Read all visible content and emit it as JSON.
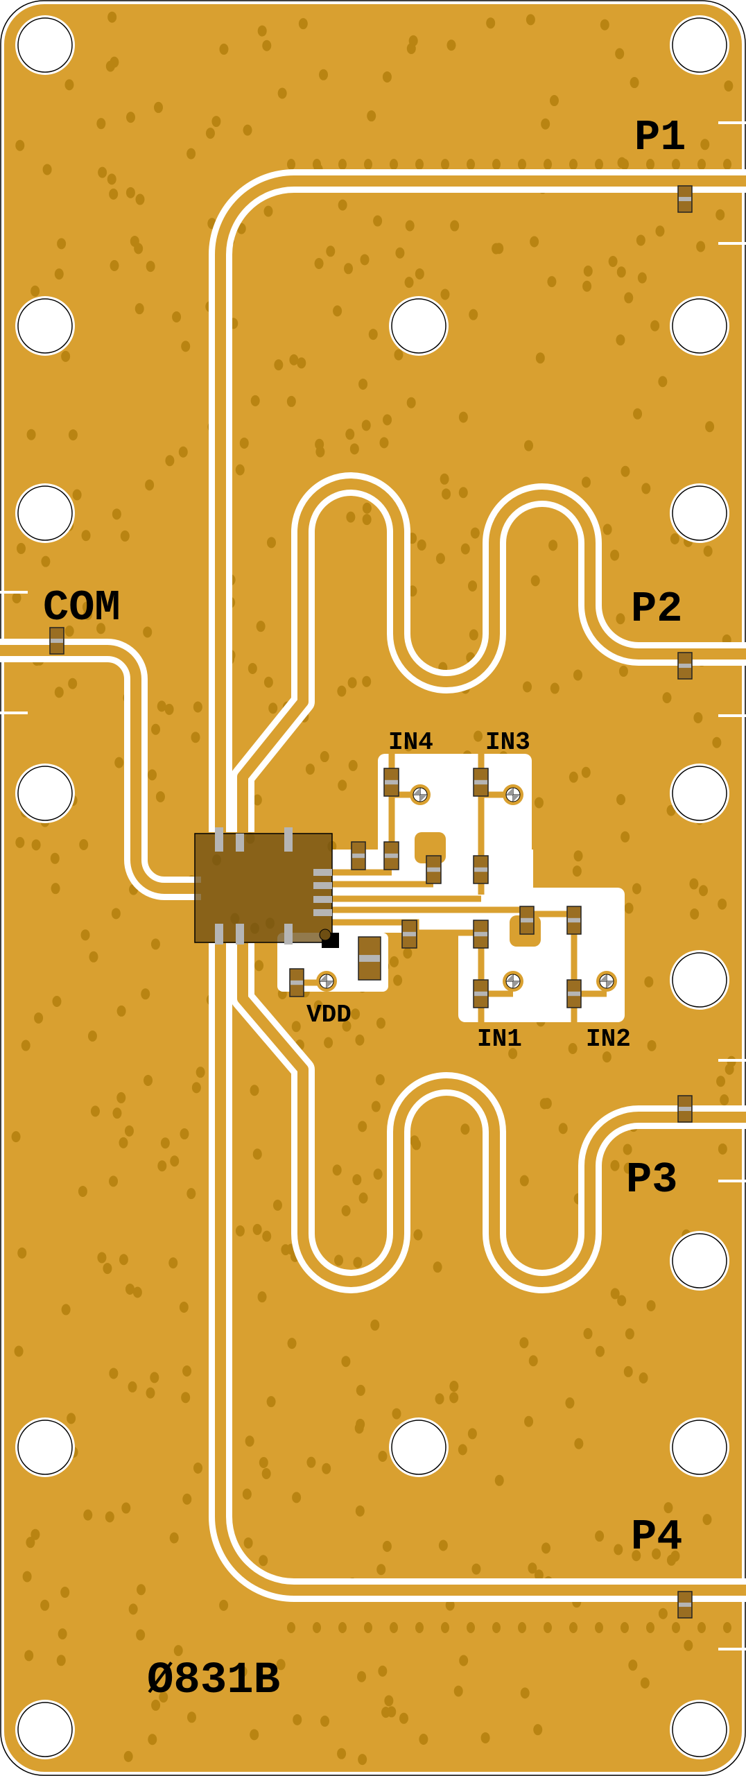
{
  "board": {
    "part_number": "Ø831B",
    "colors": {
      "copper": "#D9A030",
      "via": "#B98412",
      "gap": "#FFFFFF",
      "component": "#9A6E22",
      "chip": "#6E4E12"
    }
  },
  "ports": {
    "com": "COM",
    "p1": "P1",
    "p2": "P2",
    "p3": "P3",
    "p4": "P4"
  },
  "control": {
    "in1": "IN1",
    "in2": "IN2",
    "in3": "IN3",
    "in4": "IN4",
    "vdd": "VDD"
  }
}
